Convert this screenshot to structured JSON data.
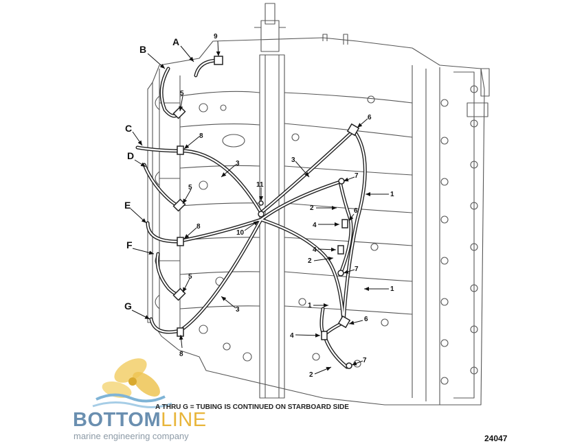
{
  "letters": [
    "A",
    "B",
    "C",
    "D",
    "E",
    "F",
    "G"
  ],
  "numbers": {
    "n1a": "1",
    "n1b": "1",
    "n1c": "1",
    "n2a": "2",
    "n2b": "2",
    "n2c": "2",
    "n3a": "3",
    "n3b": "3",
    "n3c": "3",
    "n4a": "4",
    "n4b": "4",
    "n4c": "4",
    "n5a": "5",
    "n5b": "5",
    "n5c": "5",
    "n6a": "6",
    "n6b": "6",
    "n6c": "6",
    "n7a": "7",
    "n7b": "7",
    "n7c": "7",
    "n8a": "8",
    "n8b": "8",
    "n8c": "8",
    "n9": "9",
    "n10": "10",
    "n11": "11"
  },
  "caption": "A THRU G = TUBING IS CONTINUED ON STARBOARD SIDE",
  "figure_number": "24047",
  "logo": {
    "word_bold": "BOTTOM",
    "word_light": "LINE",
    "tagline": "marine engineering company",
    "colors": {
      "blue": "#6a8fb0",
      "gold": "#e8b53a",
      "water": "#7fb4d6"
    }
  }
}
